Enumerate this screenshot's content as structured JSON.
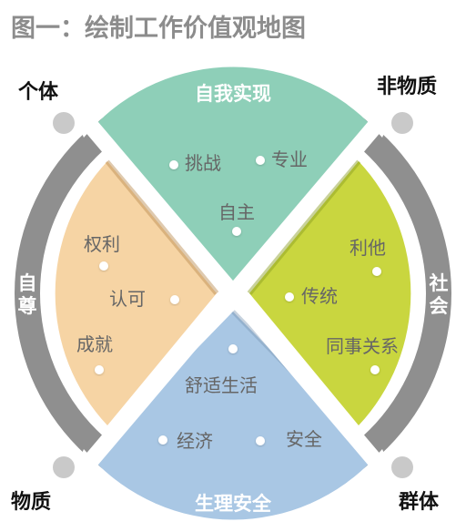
{
  "title": "图一：绘制工作价值观地图",
  "ring": {
    "top": "自我实现",
    "bottom": "生理安全",
    "left": [
      "自",
      "尊"
    ],
    "right": [
      "社",
      "会"
    ]
  },
  "corners": {
    "top_left": "个体",
    "top_right": "非物质",
    "bottom_left": "物质",
    "bottom_right": "群体"
  },
  "quadrants": {
    "top": [
      "挑战",
      "专业",
      "自主"
    ],
    "left": [
      "权利",
      "认可",
      "成就"
    ],
    "right": [
      "利他",
      "传统",
      "同事关系"
    ],
    "bottom": [
      "舒适生活",
      "经济",
      "安全"
    ]
  },
  "colors": {
    "title": "#8c8c8c",
    "ring": "#8f8f8f",
    "top_quadrant": "#8ecfb8",
    "left_quadrant": "#f6d4a4",
    "right_quadrant": "#c9d63f",
    "bottom_quadrant": "#a9c7e4",
    "label_text": "#666666",
    "corner_dot": "#c9c9c9"
  }
}
